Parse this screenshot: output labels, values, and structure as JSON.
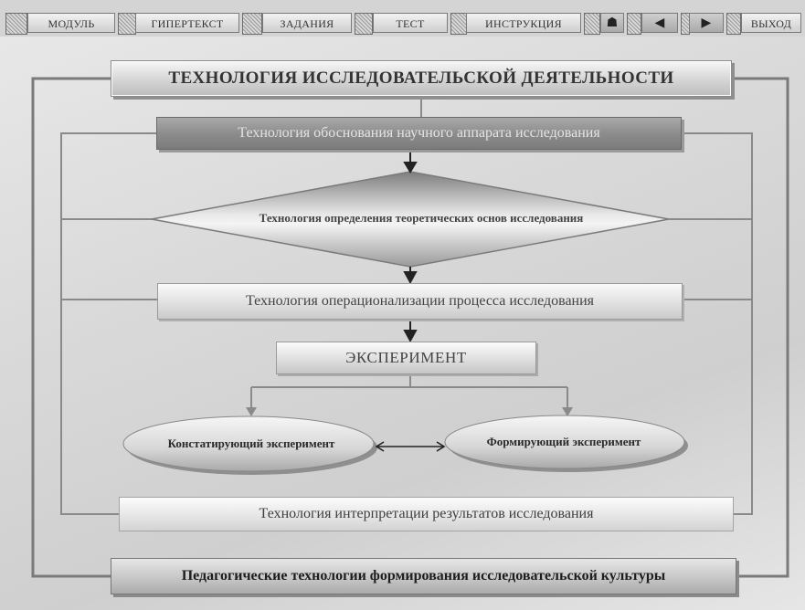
{
  "toolbar": {
    "module": "МОДУЛЬ",
    "hypertext": "ГИПЕРТЕКСТ",
    "tasks": "ЗАДАНИЯ",
    "test": "ТЕСТ",
    "instruction": "ИНСТРУКЦИЯ",
    "home_icon": "home-icon",
    "back_icon": "arrow-left-icon",
    "forward_icon": "arrow-right-icon",
    "exit": "ВЫХОД"
  },
  "diagram": {
    "title": "ТЕХНОЛОГИЯ ИССЛЕДОВАТЕЛЬСКОЙ ДЕЯТЕЛЬНОСТИ",
    "step1": "Технология обоснования научного аппарата исследования",
    "step2": "Технология определения теоретических основ исследования",
    "step3": "Технология операционализации процесса исследования",
    "experiment": "ЭКСПЕРИМЕНТ",
    "experiment_left": "Констатирующий эксперимент",
    "experiment_right": "Формирующий эксперимент",
    "step4": "Технология интерпретации результатов исследования",
    "footer": "Педагогические технологии формирования исследовательской культуры"
  },
  "colors": {
    "background": "#d9d9d9",
    "connector": "#7a7a7a",
    "arrow": "#222222",
    "dark_box": "#8d8d8d"
  }
}
